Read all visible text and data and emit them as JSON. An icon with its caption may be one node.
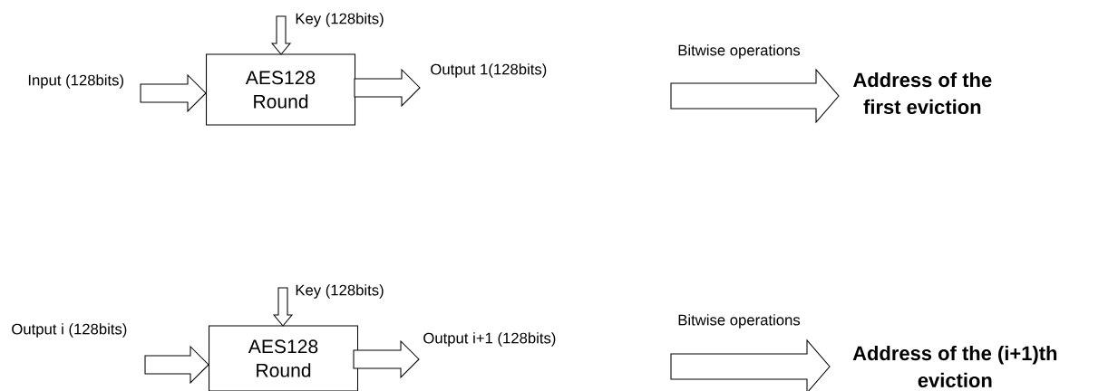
{
  "diagram": {
    "nodes": [
      {
        "text": [
          "Input (128bits)"
        ]
      },
      {
        "text": [
          "Key (128bits)"
        ]
      },
      {
        "text": [
          "AES128 Round"
        ]
      },
      {
        "text": [
          "Output 1(128bits)"
        ]
      },
      {
        "text": [
          "Address of the first eviction"
        ]
      },
      {
        "text": [
          "Output i (128bits)"
        ]
      },
      {
        "text": [
          "Key (128bits)"
        ]
      },
      {
        "text": [
          "AES128 Round"
        ]
      },
      {
        "text": [
          "Output i+1 (128bits)"
        ]
      },
      {
        "text": [
          "Address of the (i+1)th eviction"
        ]
      }
    ],
    "edges": [
      {
        "from": 0,
        "to": 2,
        "arrow": "to"
      },
      {
        "from": 1,
        "to": 2,
        "arrow": "to"
      },
      {
        "from": 2,
        "to": 3,
        "arrow": "to"
      },
      {
        "from": null,
        "to": 4,
        "arrow": "to",
        "label": "Bitwise operations"
      },
      {
        "from": 5,
        "to": 7,
        "arrow": "to"
      },
      {
        "from": 6,
        "to": 7,
        "arrow": "to"
      },
      {
        "from": 7,
        "to": 8,
        "arrow": "to"
      },
      {
        "from": null,
        "to": 9,
        "arrow": "to",
        "label": "Bitwise operations"
      }
    ]
  }
}
